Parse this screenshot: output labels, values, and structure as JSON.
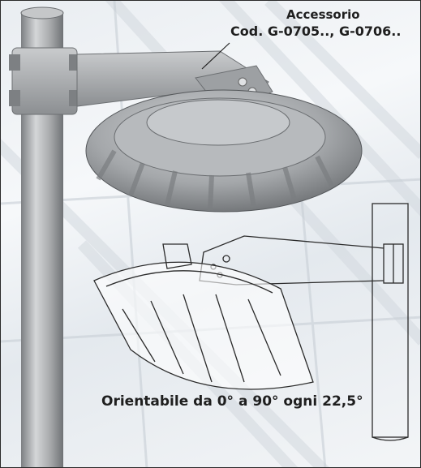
{
  "labels": {
    "accessory": "Accessorio",
    "codes": "Cod. G-0705.., G-0706..",
    "orientation": "Orientabile da 0° a 90° ogni 22,5°"
  },
  "colors": {
    "background": "#eef1f4",
    "metal": "#a9abad",
    "text": "#1f1f1f"
  }
}
